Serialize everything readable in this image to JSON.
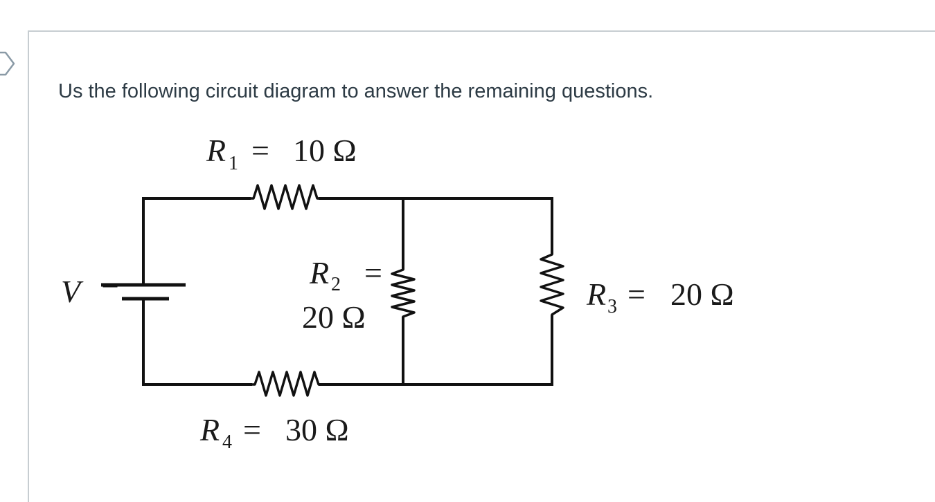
{
  "question": {
    "text": "Us the following circuit diagram to answer the remaining questions."
  },
  "circuit": {
    "battery": {
      "symbol": "V"
    },
    "resistors": [
      {
        "symbol": "R",
        "subscript": "1",
        "equals": "=",
        "value": "10 Ω"
      },
      {
        "symbol": "R",
        "subscript": "2",
        "equals": "=",
        "value": "20 Ω"
      },
      {
        "symbol": "R",
        "subscript": "3",
        "equals": "=",
        "value": "20 Ω"
      },
      {
        "symbol": "R",
        "subscript": "4",
        "equals": "=",
        "value": "30 Ω"
      }
    ]
  },
  "colors": {
    "text": "#2d3b45",
    "border": "#c7cdd1",
    "ink": "#111111"
  },
  "icons": {
    "side_tab": "chevron-right-icon"
  }
}
